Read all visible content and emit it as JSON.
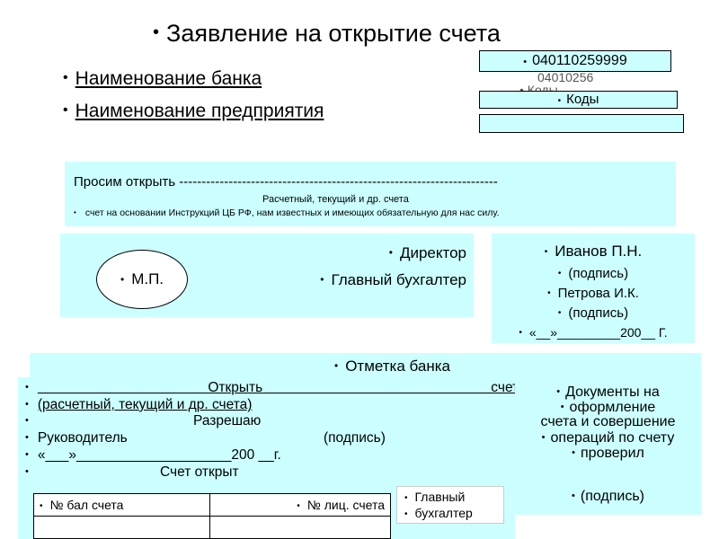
{
  "title": "Заявление  на открытие счета",
  "header_items": [
    "Наименование банка",
    "Наименование предприятия"
  ],
  "codes": {
    "bik_value": "040110259999",
    "bik_ghost": "04010256",
    "codes_ghost": "Коды",
    "codes_label": "Коды",
    "empty_value": ""
  },
  "request": {
    "line1": "Просим открыть -----------------------------------------------------------------------",
    "line2": "Расчетный, текущий  и др. счета",
    "line3": "счет на основании Инструкций ЦБ РФ, нам известных и имеющих обязательную для нас силу."
  },
  "signatures": {
    "stamp": "М.П.",
    "director": "Директор",
    "chief_accountant": "Главный бухгалтер"
  },
  "names": {
    "director_name": "Иванов П.Н.",
    "signature1": "(подпись)",
    "accountant_name": "Петрова И.К.",
    "signature2": "(подпись)",
    "date": "«__»_________200__ Г."
  },
  "bank_mark": {
    "header": "Отметка банка",
    "open_left": "Открыть",
    "open_right": "счет",
    "types": "(расчетный, текущий и др. счета)",
    "permit": "Разрешаю",
    "manager": "Руководитель",
    "manager_sign": "(подпись)",
    "date": "«___»____________________200 __г.",
    "opened": "Счет открыт"
  },
  "account_table": {
    "col1": "№ бал счета",
    "col2": "№ лиц. счета"
  },
  "chief_box": [
    "Главный",
    "бухгалтер"
  ],
  "documents": {
    "lines": [
      "Документы на",
      "оформление",
      "счета и совершение",
      "операций по счету",
      "проверил"
    ],
    "signature": "(подпись)"
  }
}
